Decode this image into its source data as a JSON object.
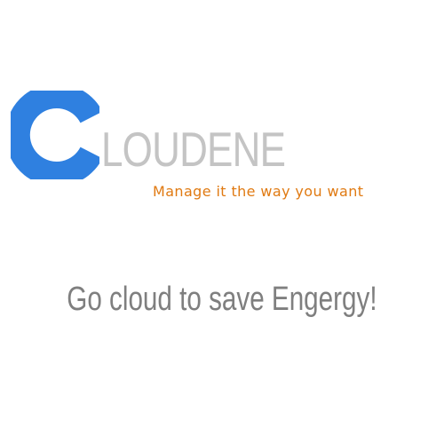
{
  "brand": {
    "logo_icon": "letter-c-logo-icon",
    "logo_color": "#2f80e0",
    "wordmark": "LOUDENE",
    "wordmark_color": "#c4c4c4",
    "tagline": "Manage it the way you want",
    "tagline_color": "#e07a12"
  },
  "slogan": {
    "text": "Go cloud to save Engergy!",
    "color": "#7f7f7f"
  }
}
